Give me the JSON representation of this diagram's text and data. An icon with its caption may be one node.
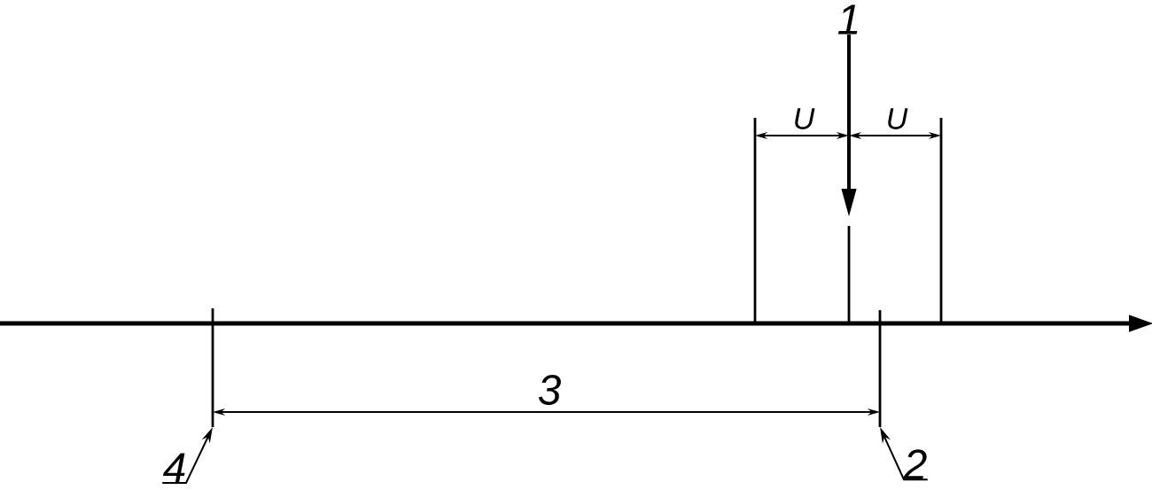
{
  "diagram": {
    "nodes": [
      {
        "text": [
          "1"
        ]
      },
      {
        "text": [
          "2"
        ]
      },
      {
        "text": [
          "4"
        ]
      }
    ],
    "edges": [
      {
        "from": 0,
        "to": null,
        "arrow": "to",
        "style": "thick"
      },
      {
        "from": 1,
        "to": null,
        "arrow": "to"
      },
      {
        "from": 2,
        "to": null,
        "arrow": "to"
      }
    ],
    "labels": [
      "U",
      "U",
      "3"
    ]
  }
}
